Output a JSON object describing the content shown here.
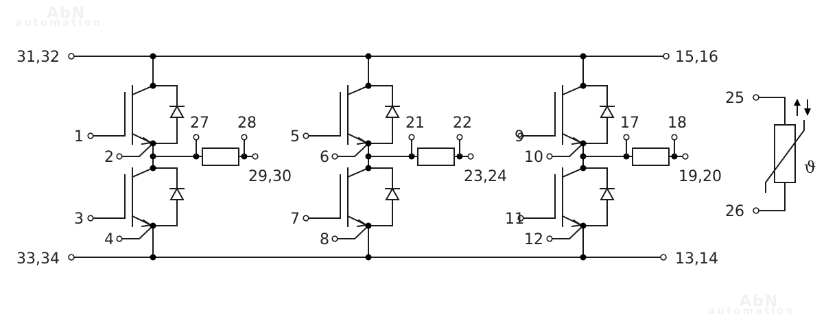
{
  "diagram": {
    "title": "IGBT three-phase bridge module with shunt resistors and NTC thermistor",
    "watermark": {
      "line1": "AbN",
      "line2": "automation"
    },
    "rails": {
      "positive": {
        "left_label": "31,32",
        "right_label": "15,16"
      },
      "negative": {
        "left_label": "33,34",
        "right_label": "13,14"
      }
    },
    "legs": [
      {
        "name": "leg-1",
        "high_side": {
          "gate_label": "1",
          "emitter_aux_label": "2"
        },
        "low_side": {
          "gate_label": "3",
          "emitter_aux_label": "4"
        },
        "shunt": {
          "sense_left_label": "27",
          "sense_right_label": "28",
          "output_label": "29,30"
        }
      },
      {
        "name": "leg-2",
        "high_side": {
          "gate_label": "5",
          "emitter_aux_label": "6"
        },
        "low_side": {
          "gate_label": "7",
          "emitter_aux_label": "8"
        },
        "shunt": {
          "sense_left_label": "21",
          "sense_right_label": "22",
          "output_label": "23,24"
        }
      },
      {
        "name": "leg-3",
        "high_side": {
          "gate_label": "9",
          "emitter_aux_label": "10"
        },
        "low_side": {
          "gate_label": "11",
          "emitter_aux_label": "12"
        },
        "shunt": {
          "sense_left_label": "17",
          "sense_right_label": "18",
          "output_label": "19,20"
        }
      }
    ],
    "thermistor": {
      "top_label": "25",
      "bottom_label": "26",
      "symbol": "ϑ",
      "arrows": "up-down"
    }
  }
}
